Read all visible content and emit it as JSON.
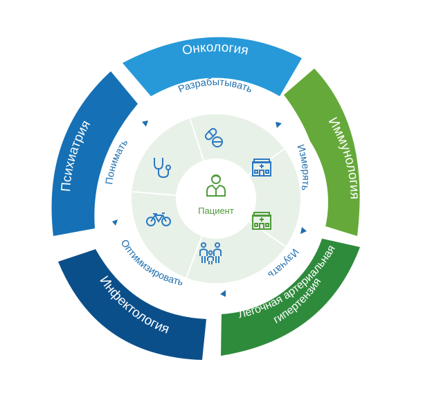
{
  "colors": {
    "oncology": "#2799d9",
    "immunology": "#65a93a",
    "pah": "#2e8b3c",
    "infectology": "#0b4f8a",
    "psychiatry": "#1670b5",
    "ring_white": "#ffffff",
    "inner_disk": "#e8f1e7",
    "step_text": "#1f6fae",
    "icon_blue": "#2a78c2",
    "icon_green": "#4e9a3a"
  },
  "segments": [
    {
      "key": "oncology",
      "label": "Онкология"
    },
    {
      "key": "immunology",
      "label": "Иммунология"
    },
    {
      "key": "pah",
      "label_line1": "Легочная артериальная",
      "label_line2": "гипертензия"
    },
    {
      "key": "infectology",
      "label": "Инфектология"
    },
    {
      "key": "psychiatry",
      "label": "Психиатрия"
    }
  ],
  "steps": [
    "Разрабытывать",
    "Измерять",
    "Изучать",
    "Оптимизировать",
    "Понимать"
  ],
  "center": {
    "label": "Пациент"
  },
  "icons": [
    "pills-icon",
    "hospital-icon",
    "pharmacy-icon",
    "family-icon",
    "bicycle-icon",
    "stethoscope-icon",
    "doctor-icon"
  ]
}
